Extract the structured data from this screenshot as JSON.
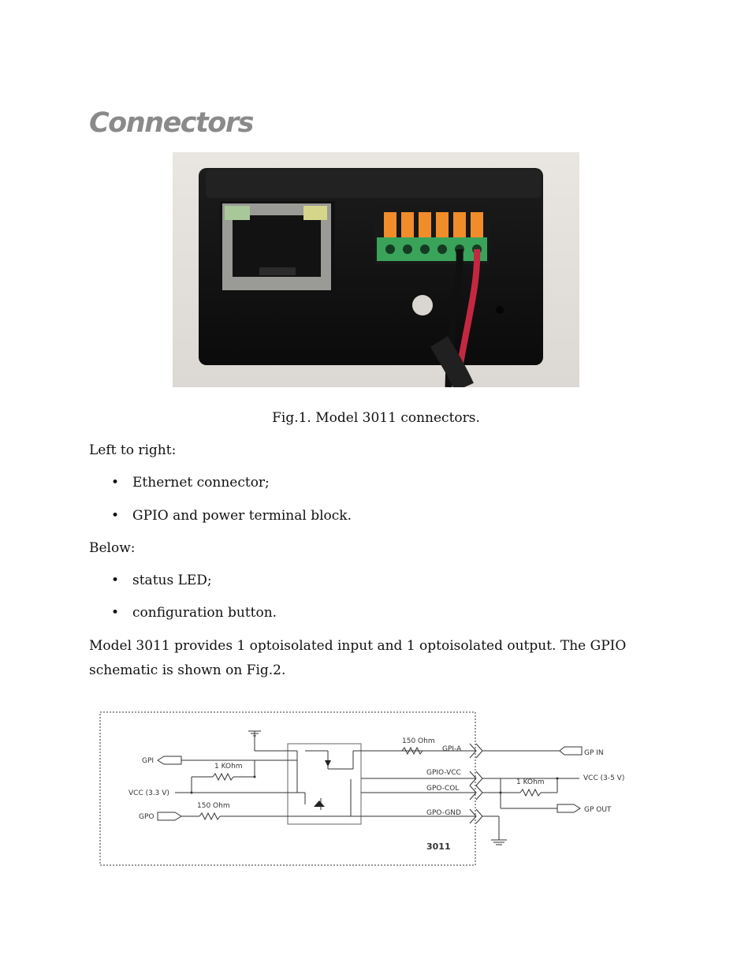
{
  "heading": "Connectors",
  "figure1_caption": "Fig.1. Model 3011 connectors.",
  "left_to_right_intro": "Left to right:",
  "left_to_right_items": [
    "Ethernet connector;",
    "GPIO and power terminal block."
  ],
  "below_intro": "Below:",
  "below_items": [
    "status LED;",
    "configuration button."
  ],
  "gpio_paragraph": "Model 3011 provides 1 optoisolated input and 1 optoisolated output. The GPIO schematic is shown on Fig.2.",
  "bullet_glyph": "•",
  "schematic": {
    "device_model": "3011",
    "left_labels": {
      "gpi": "GPI",
      "vcc": "VCC (3.3 V)",
      "gpo": "GPO",
      "r_1k": "1 KOhm",
      "r_150": "150 Ohm"
    },
    "pins": [
      "GPI-A",
      "GPIO-VCC",
      "GPO-COL",
      "GPO-GND"
    ],
    "right_labels": {
      "r_150": "150 Ohm",
      "r_1k": "1 KOhm",
      "gp_in": "GP IN",
      "vcc": "VCC (3-5 V)",
      "gp_out": "GP OUT"
    }
  }
}
